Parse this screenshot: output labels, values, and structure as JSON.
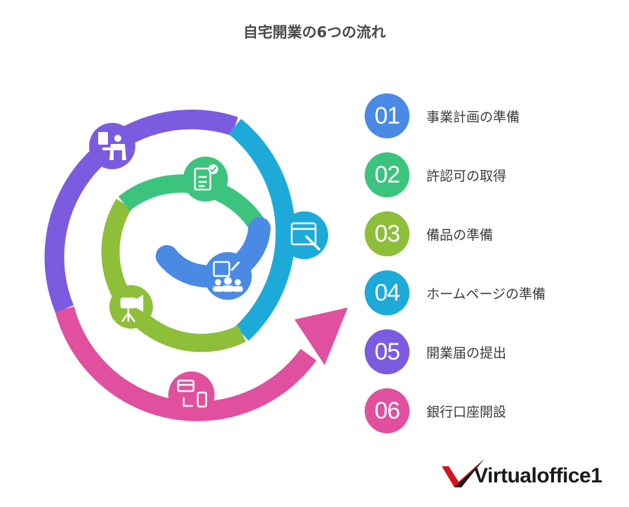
{
  "title": "自宅開業の6つの流れ",
  "steps": [
    {
      "number": "01",
      "label": "事業計画の準備",
      "color": "#4A8AE4",
      "icon": "presentation-icon"
    },
    {
      "number": "02",
      "label": "許認可の取得",
      "color": "#3CC47E",
      "icon": "checklist-icon"
    },
    {
      "number": "03",
      "label": "備品の準備",
      "color": "#8FBE3A",
      "icon": "camera-tripod-icon"
    },
    {
      "number": "04",
      "label": "ホームページの準備",
      "color": "#1DAAD9",
      "icon": "browser-window-icon"
    },
    {
      "number": "05",
      "label": "開業届の提出",
      "color": "#7B5CE0",
      "icon": "person-document-icon"
    },
    {
      "number": "06",
      "label": "銀行口座開設",
      "color": "#E0509E",
      "icon": "card-phone-icon"
    }
  ],
  "logo": {
    "text": "Virtualoffice1",
    "mark_color": "#D7141C"
  }
}
